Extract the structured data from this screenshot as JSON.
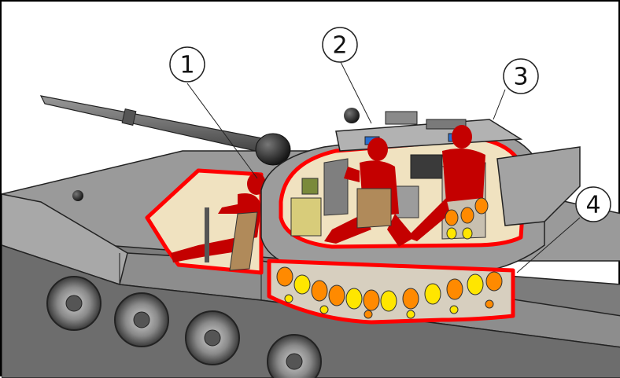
{
  "callouts": [
    {
      "id": "1",
      "label": "1"
    },
    {
      "id": "2",
      "label": "2"
    },
    {
      "id": "3",
      "label": "3"
    },
    {
      "id": "4",
      "label": "4"
    }
  ],
  "colors": {
    "hull": "#8c8c8c",
    "hull_dark": "#5e5e5e",
    "hull_light": "#b5b5b5",
    "interior": "#f0e2c0",
    "crew": "#c40000",
    "outline": "#ff0000",
    "ammo_orange": "#ff8a00",
    "ammo_yellow": "#ffe600"
  }
}
